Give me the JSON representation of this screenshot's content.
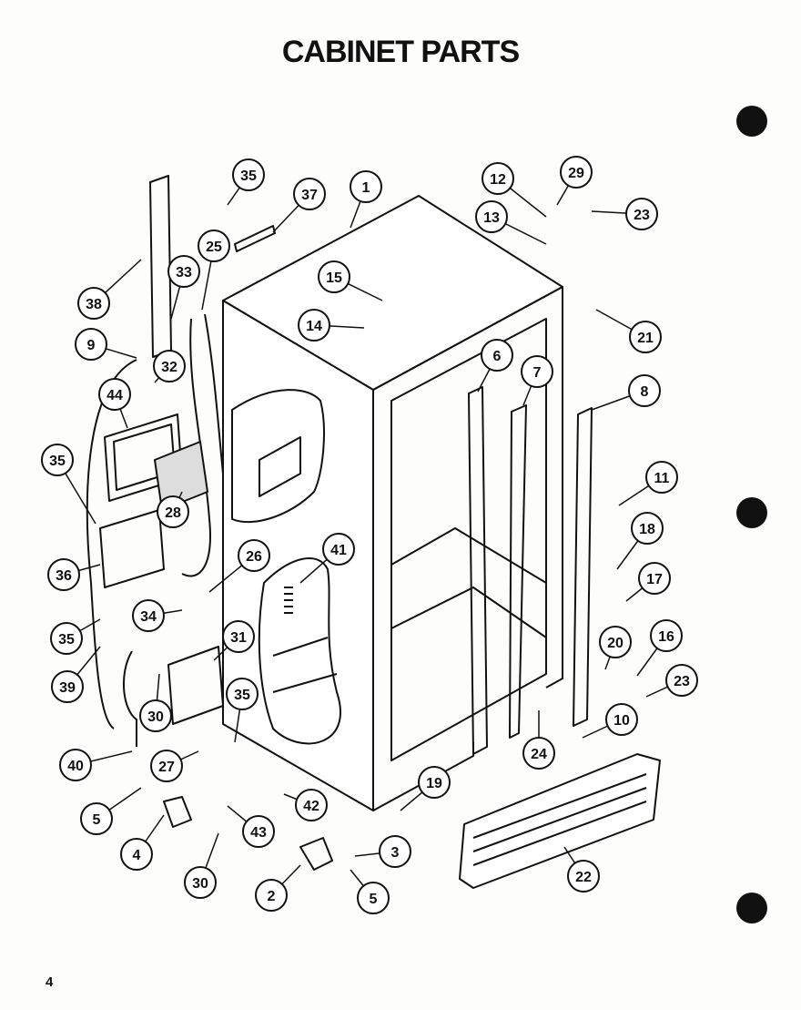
{
  "title": "CABINET PARTS",
  "page_number": "4",
  "callouts": [
    "1",
    "35",
    "37",
    "12",
    "29",
    "23",
    "13",
    "25",
    "33",
    "38",
    "15",
    "21",
    "14",
    "9",
    "32",
    "6",
    "7",
    "8",
    "44",
    "35",
    "11",
    "28",
    "18",
    "36",
    "26",
    "41",
    "17",
    "35",
    "34",
    "31",
    "20",
    "16",
    "23",
    "39",
    "30",
    "35",
    "10",
    "24",
    "40",
    "27",
    "19",
    "42",
    "5",
    "4",
    "43",
    "3",
    "30",
    "2",
    "5",
    "22"
  ]
}
